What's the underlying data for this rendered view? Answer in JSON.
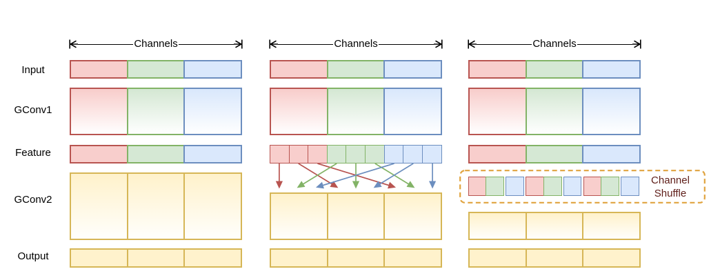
{
  "row_labels": [
    {
      "id": "input",
      "text": "Input"
    },
    {
      "id": "gconv1",
      "text": "GConv1"
    },
    {
      "id": "feature",
      "text": "Feature"
    },
    {
      "id": "gconv2",
      "text": "GConv2"
    },
    {
      "id": "output",
      "text": "Output"
    }
  ],
  "panels": [
    {
      "id": "left",
      "channels_label": "Channels"
    },
    {
      "id": "middle",
      "channels_label": "Channels"
    },
    {
      "id": "right",
      "channels_label": "Channels"
    }
  ],
  "shuffle_callout": {
    "label_lines": [
      "Channel",
      "Shuffle"
    ]
  },
  "block_rows": {
    "rgb": [
      "red",
      "green",
      "blue"
    ],
    "split9": [
      "red",
      "red",
      "red",
      "green",
      "green",
      "green",
      "blue",
      "blue",
      "blue"
    ],
    "shuffled": [
      "red",
      "green",
      "blue",
      "red",
      "green",
      "blue",
      "red",
      "green",
      "blue"
    ],
    "yellow3": [
      "yellow",
      "yellow",
      "yellow"
    ]
  },
  "shuffle_arrows": [
    {
      "from_slot": 0,
      "to_slot": 0,
      "color": "red"
    },
    {
      "from_slot": 1,
      "to_slot": 3,
      "color": "red"
    },
    {
      "from_slot": 2,
      "to_slot": 6,
      "color": "red"
    },
    {
      "from_slot": 3,
      "to_slot": 1,
      "color": "green"
    },
    {
      "from_slot": 4,
      "to_slot": 4,
      "color": "green"
    },
    {
      "from_slot": 5,
      "to_slot": 7,
      "color": "green"
    },
    {
      "from_slot": 6,
      "to_slot": 2,
      "color": "blue"
    },
    {
      "from_slot": 7,
      "to_slot": 5,
      "color": "blue"
    },
    {
      "from_slot": 8,
      "to_slot": 8,
      "color": "blue"
    }
  ],
  "colors": {
    "red_fill": "#f8cecc",
    "red_stroke": "#b85450",
    "green_fill": "#d5e8d4",
    "green_stroke": "#82b366",
    "blue_fill": "#dae8fc",
    "blue_stroke": "#6c8ebf",
    "yellow_fill": "#fff2cc",
    "yellow_stroke": "#d6b656",
    "dashed_box": "#e0a33e",
    "shuffle_text": "#5e1d18",
    "arrow_red": "#b85450",
    "arrow_green": "#82b366",
    "arrow_blue": "#6c8ebf",
    "line": "#000000"
  }
}
